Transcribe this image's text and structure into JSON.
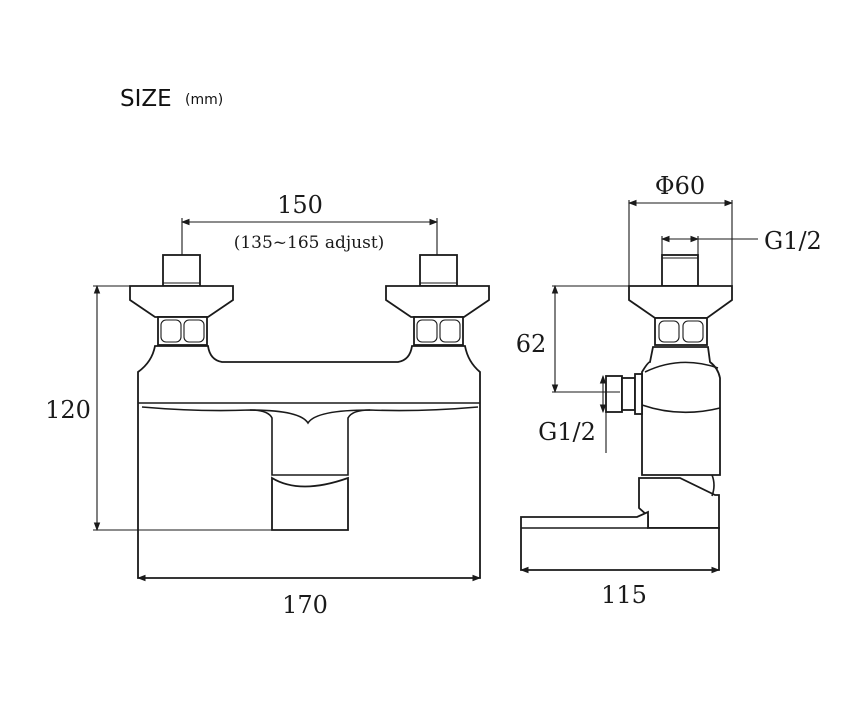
{
  "title": {
    "label": "SIZE",
    "unit": "(mm)"
  },
  "front_view": {
    "inlet_spacing": "150",
    "inlet_spacing_note": "(135~165 adjust)",
    "height": "120",
    "width": "170"
  },
  "side_view": {
    "flange_diameter": "Φ60",
    "top_thread": "G1/2",
    "inlet_offset": "62",
    "side_thread": "G1/2",
    "depth": "115"
  }
}
